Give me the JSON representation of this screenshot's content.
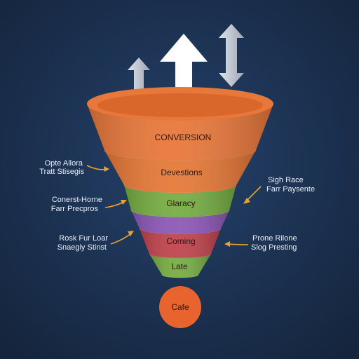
{
  "funnel": {
    "stages": [
      {
        "label": "CONVERSION",
        "color": "#e8773a"
      },
      {
        "label": "Devestions",
        "color": "#e67836"
      },
      {
        "label": "Glaracy",
        "color": "#76ad42"
      },
      {
        "label": "",
        "color": "#8c57b6"
      },
      {
        "label": "Coming",
        "color": "#c0434d"
      },
      {
        "label": "Late",
        "color": "#76ad42"
      }
    ],
    "outlet_label": "Cafe",
    "outlet_color": "#e8642e"
  },
  "left_notes": [
    {
      "line1": "Opte Allora",
      "line2": "Tratt Stisegis"
    },
    {
      "line1": "Conerst-Horne",
      "line2": "Farr Precpros"
    },
    {
      "line1": "Rosk Fur Loar",
      "line2": "Snaegiy Stinst"
    }
  ],
  "right_notes": [
    {
      "line1": "Sigh Race",
      "line2": "Farr Paysente"
    },
    {
      "line1": "Prone Rilone",
      "line2": "Slog Presting"
    }
  ],
  "colors": {
    "background": "#1b2f4c",
    "arrow_accent": "#e5a530",
    "arrow_grey": "#c2c8d2",
    "arrow_white": "#ffffff"
  }
}
